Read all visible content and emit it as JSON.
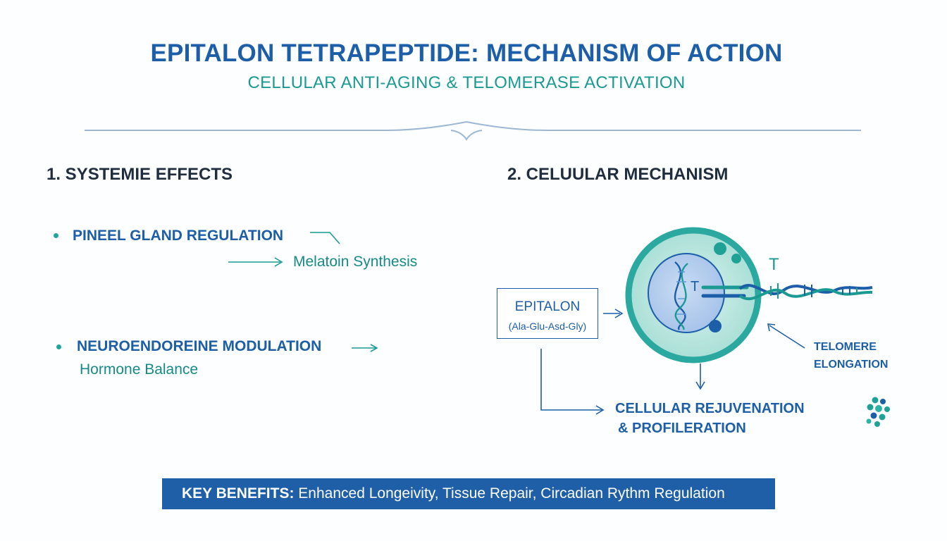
{
  "header": {
    "title": "EPITALON TETRAPEPTIDE: MECHANISM OF ACTION",
    "subtitle": "CELLULAR ANTI-AGING & TELOMERASE ACTIVATION"
  },
  "left_section": {
    "heading": "1. SYSTEMIE EFFECTS",
    "items": [
      {
        "label": "PINEEL GLAND REGULATION",
        "result": "Melatoin Synthesis"
      },
      {
        "label": "NEUROENDOREINE MODULATION",
        "result": "Hormone Balance"
      }
    ]
  },
  "right_section": {
    "heading": "2. CELUULAR MECHANISM",
    "epitalon_box": {
      "name": "EPITALON",
      "sequence": "(Ala-Glu-Asd-Gly)"
    },
    "cell_letters": {
      "nucleus": "T",
      "outside": "T"
    },
    "telomere_label": [
      "TELOMERE",
      "ELONGATION"
    ],
    "outcome": [
      "CELLULAR REJUVENATION",
      "& PROFILERATION"
    ]
  },
  "footer": {
    "benefits_label": "KEY BENEFITS:",
    "benefits_text": " Enhanced Longeivity, Tissue Repair, Circadian Rythm Regulation"
  },
  "colors": {
    "primary_blue": "#1d5ea8",
    "teal": "#1a9a93",
    "dark_text": "#1f2d3f",
    "banner": "#1e5fa8"
  }
}
